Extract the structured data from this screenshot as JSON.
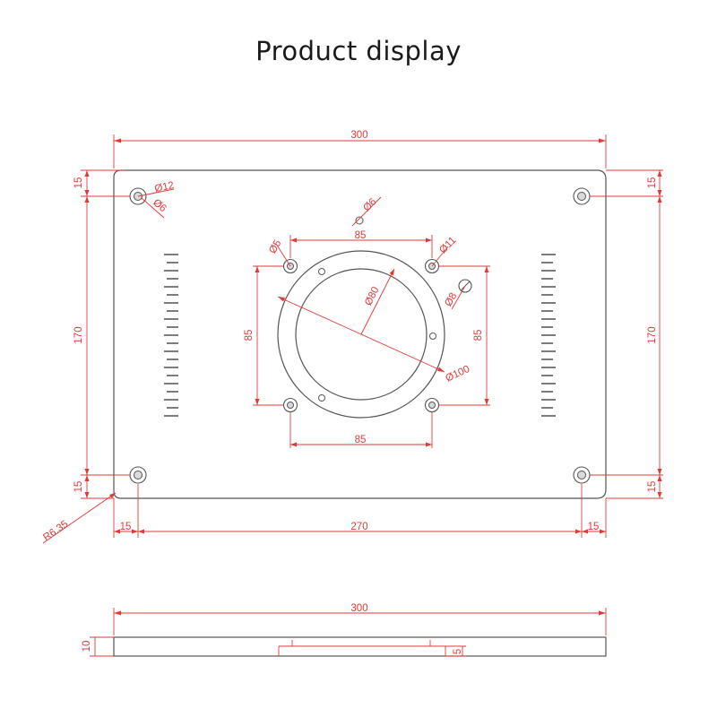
{
  "title": "Product display",
  "colors": {
    "dimension": "#e23a3a",
    "outline": "#555555",
    "background": "#ffffff"
  },
  "dims": {
    "top_width": "300",
    "left_top": "15",
    "left_mid": "170",
    "left_bottom": "15",
    "right_top": "15",
    "right_mid": "170",
    "right_bottom": "15",
    "bottom_left": "15",
    "bottom_mid": "270",
    "bottom_right": "15",
    "corner_radius": "R6.35",
    "hole_outer": "Ø12",
    "hole_inner": "Ø6",
    "top_small_hole": "Ø6",
    "top_insert_width": "85",
    "bottom_insert_width": "85",
    "left_insert_height": "85",
    "right_insert_height": "85",
    "insert_hole_small": "Ø5",
    "insert_hole_large": "Ø11",
    "small_hole_right": "Ø8",
    "inner_diameter": "Ø80",
    "outer_diameter": "Ø100",
    "side_width": "300",
    "side_thickness": "10",
    "side_recess": "5"
  }
}
